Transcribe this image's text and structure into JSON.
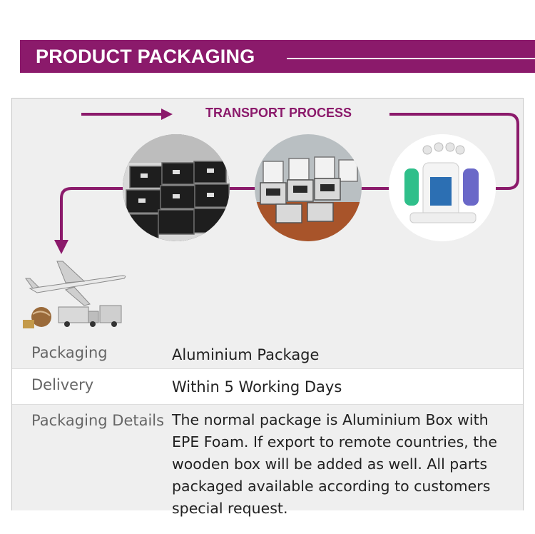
{
  "banner": {
    "title": "PRODUCT PACKAGING"
  },
  "transport": {
    "title": "TRANSPORT PROCESS"
  },
  "colors": {
    "brand": "#8b1a6b",
    "panel": "#efefef",
    "white": "#ffffff"
  },
  "icons": [
    "flow-arrow-icon",
    "airplane-icon",
    "truck-icon",
    "globe-icon"
  ],
  "images": [
    "aluminium-boxes-photo",
    "open-cases-photo",
    "beauty-machine-photo",
    "air-and-road-shipping-illustration"
  ],
  "specs": [
    {
      "label": "Packaging",
      "value": "Aluminium Package"
    },
    {
      "label": "Delivery",
      "value": "Within 5 Working Days"
    },
    {
      "label": "Packaging Details",
      "value": "The normal package is Aluminium Box with EPE Foam. If export to remote countries, the wooden box will be added as well. All parts packaged available according to customers special request."
    }
  ]
}
